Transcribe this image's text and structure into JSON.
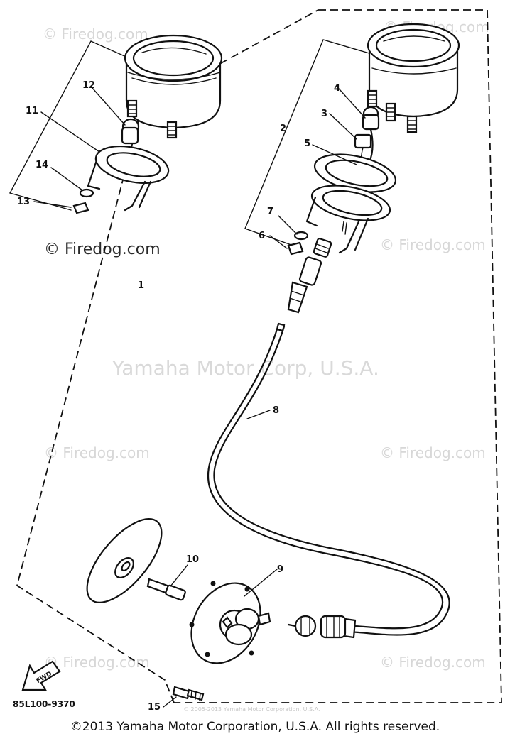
{
  "watermarks": {
    "firedog": "© Firedog.com",
    "center": "Yamaha Motor Corp, U.S.A.",
    "tiny": "© 2005-2013 Yamaha Motor Corporation, U.S.A."
  },
  "callouts": {
    "c1": "1",
    "c2": "2",
    "c3": "3",
    "c4": "4",
    "c5": "5",
    "c6": "6",
    "c7": "7",
    "c8": "8",
    "c9": "9",
    "c10": "10",
    "c11": "11",
    "c12": "12",
    "c13": "13",
    "c14": "14",
    "c15": "15"
  },
  "fwd_label": "FWD",
  "part_code": "85L100-9370",
  "copyright": "©2013 Yamaha Motor Corporation, U.S.A. All rights reserved."
}
